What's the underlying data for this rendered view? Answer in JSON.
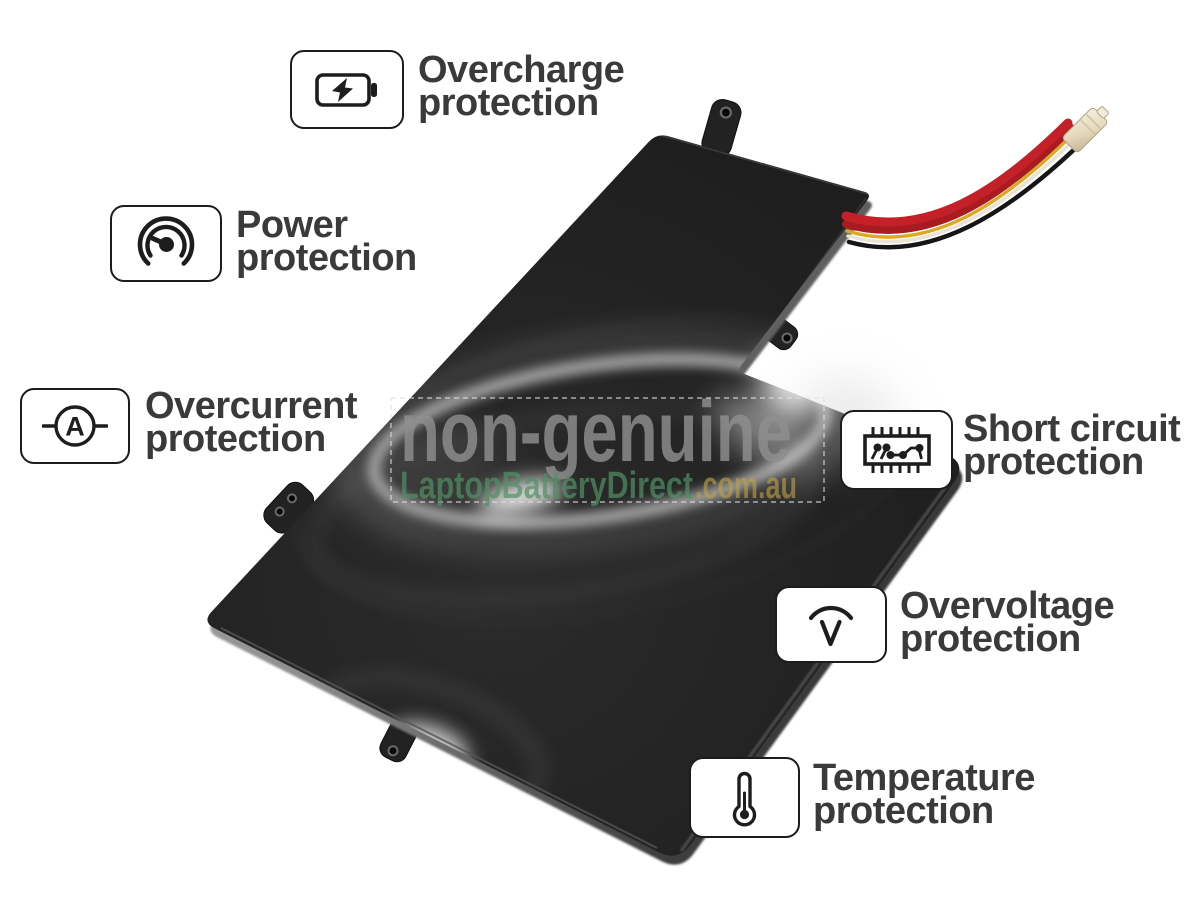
{
  "background_color": "#ffffff",
  "callouts": [
    {
      "id": "overcharge",
      "icon": "battery-charge-icon",
      "line1": "Overcharge",
      "line2": "protection"
    },
    {
      "id": "power",
      "icon": "gauge-icon",
      "line1": "Power",
      "line2": "protection"
    },
    {
      "id": "overcurrent",
      "icon": "ammeter-icon",
      "line1": "Overcurrent",
      "line2": "protection"
    },
    {
      "id": "short-circuit",
      "icon": "chip-icon",
      "line1": "Short circuit",
      "line2": "protection"
    },
    {
      "id": "overvoltage",
      "icon": "voltage-arc-icon",
      "line1": "Overvoltage",
      "line2": "protection"
    },
    {
      "id": "temperature",
      "icon": "thermometer-icon",
      "line1": "Temperature",
      "line2": "protection"
    }
  ],
  "ammeter_letter": "A",
  "watermark": {
    "headline": "non-genuine",
    "brand": "LaptopBatteryDirect",
    "suffix": ".com.au",
    "headline_color": "#8f8f8f",
    "brand_color": "#4f9163",
    "suffix_color": "#bfa044"
  },
  "style": {
    "callout_text_color": "#3a3a3a",
    "icon_box_border_color": "#1c1c1c",
    "icon_box_background": "#ffffff",
    "battery_body_color": "#252525",
    "wire_colors": {
      "red_top": "#c32127",
      "red_bottom": "#a81b20",
      "yellow": "#d9aa26",
      "white": "#eae4d6",
      "black": "#161616"
    },
    "connector_color": "#ecdfc6"
  }
}
